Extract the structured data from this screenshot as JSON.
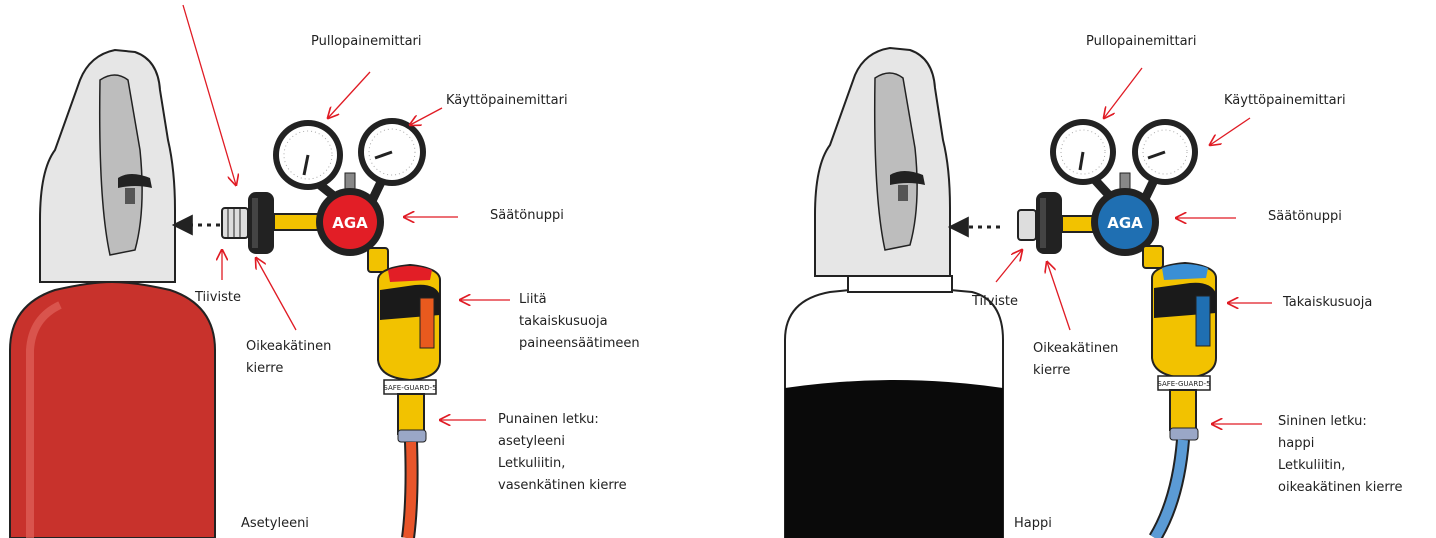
{
  "left": {
    "bottle_pressure_gauge": "Pullopainemittari",
    "working_pressure_gauge": "Käyttöpainemittari",
    "adjust_knob": "Säätönuppi",
    "seal": "Tiiviste",
    "right_hand_thread": [
      "Oikeakätinen",
      "kierre"
    ],
    "flashback_arrestor": [
      "Liitä",
      "takaiskusuoja",
      "paineensäätimeen"
    ],
    "hose": [
      "Punainen letku:",
      "asetyleeni",
      "Letkuliitin,",
      "vasenkätinen kierre"
    ],
    "gas_name": "Asetyleeni",
    "brand": "AGA",
    "guard_label": "SAFE-GUARD-5"
  },
  "right": {
    "bottle_pressure_gauge": "Pullopainemittari",
    "working_pressure_gauge": "Käyttöpainemittari",
    "adjust_knob": "Säätönuppi",
    "seal": "Tiiviste",
    "right_hand_thread": [
      "Oikeakätinen",
      "kierre"
    ],
    "flashback_arrestor": "Takaiskusuoja",
    "hose": [
      "Sininen letku:",
      "happi",
      "Letkuliitin,",
      "oikeakätinen kierre"
    ],
    "gas_name": "Happi",
    "brand": "AGA",
    "guard_label": "SAFE-GUARD-5"
  },
  "colors": {
    "acetylene_cylinder": "#c8322c",
    "oxygen_cylinder": "#0a0a0a",
    "cap": "#e4e4e4",
    "brass": "#f2c200",
    "acetylene_knob": "#e21e26",
    "oxygen_knob": "#1f6fb2",
    "acetylene_hose": "#e8552a",
    "oxygen_hose": "#5b9bd5",
    "arrow": "#e01b24"
  }
}
